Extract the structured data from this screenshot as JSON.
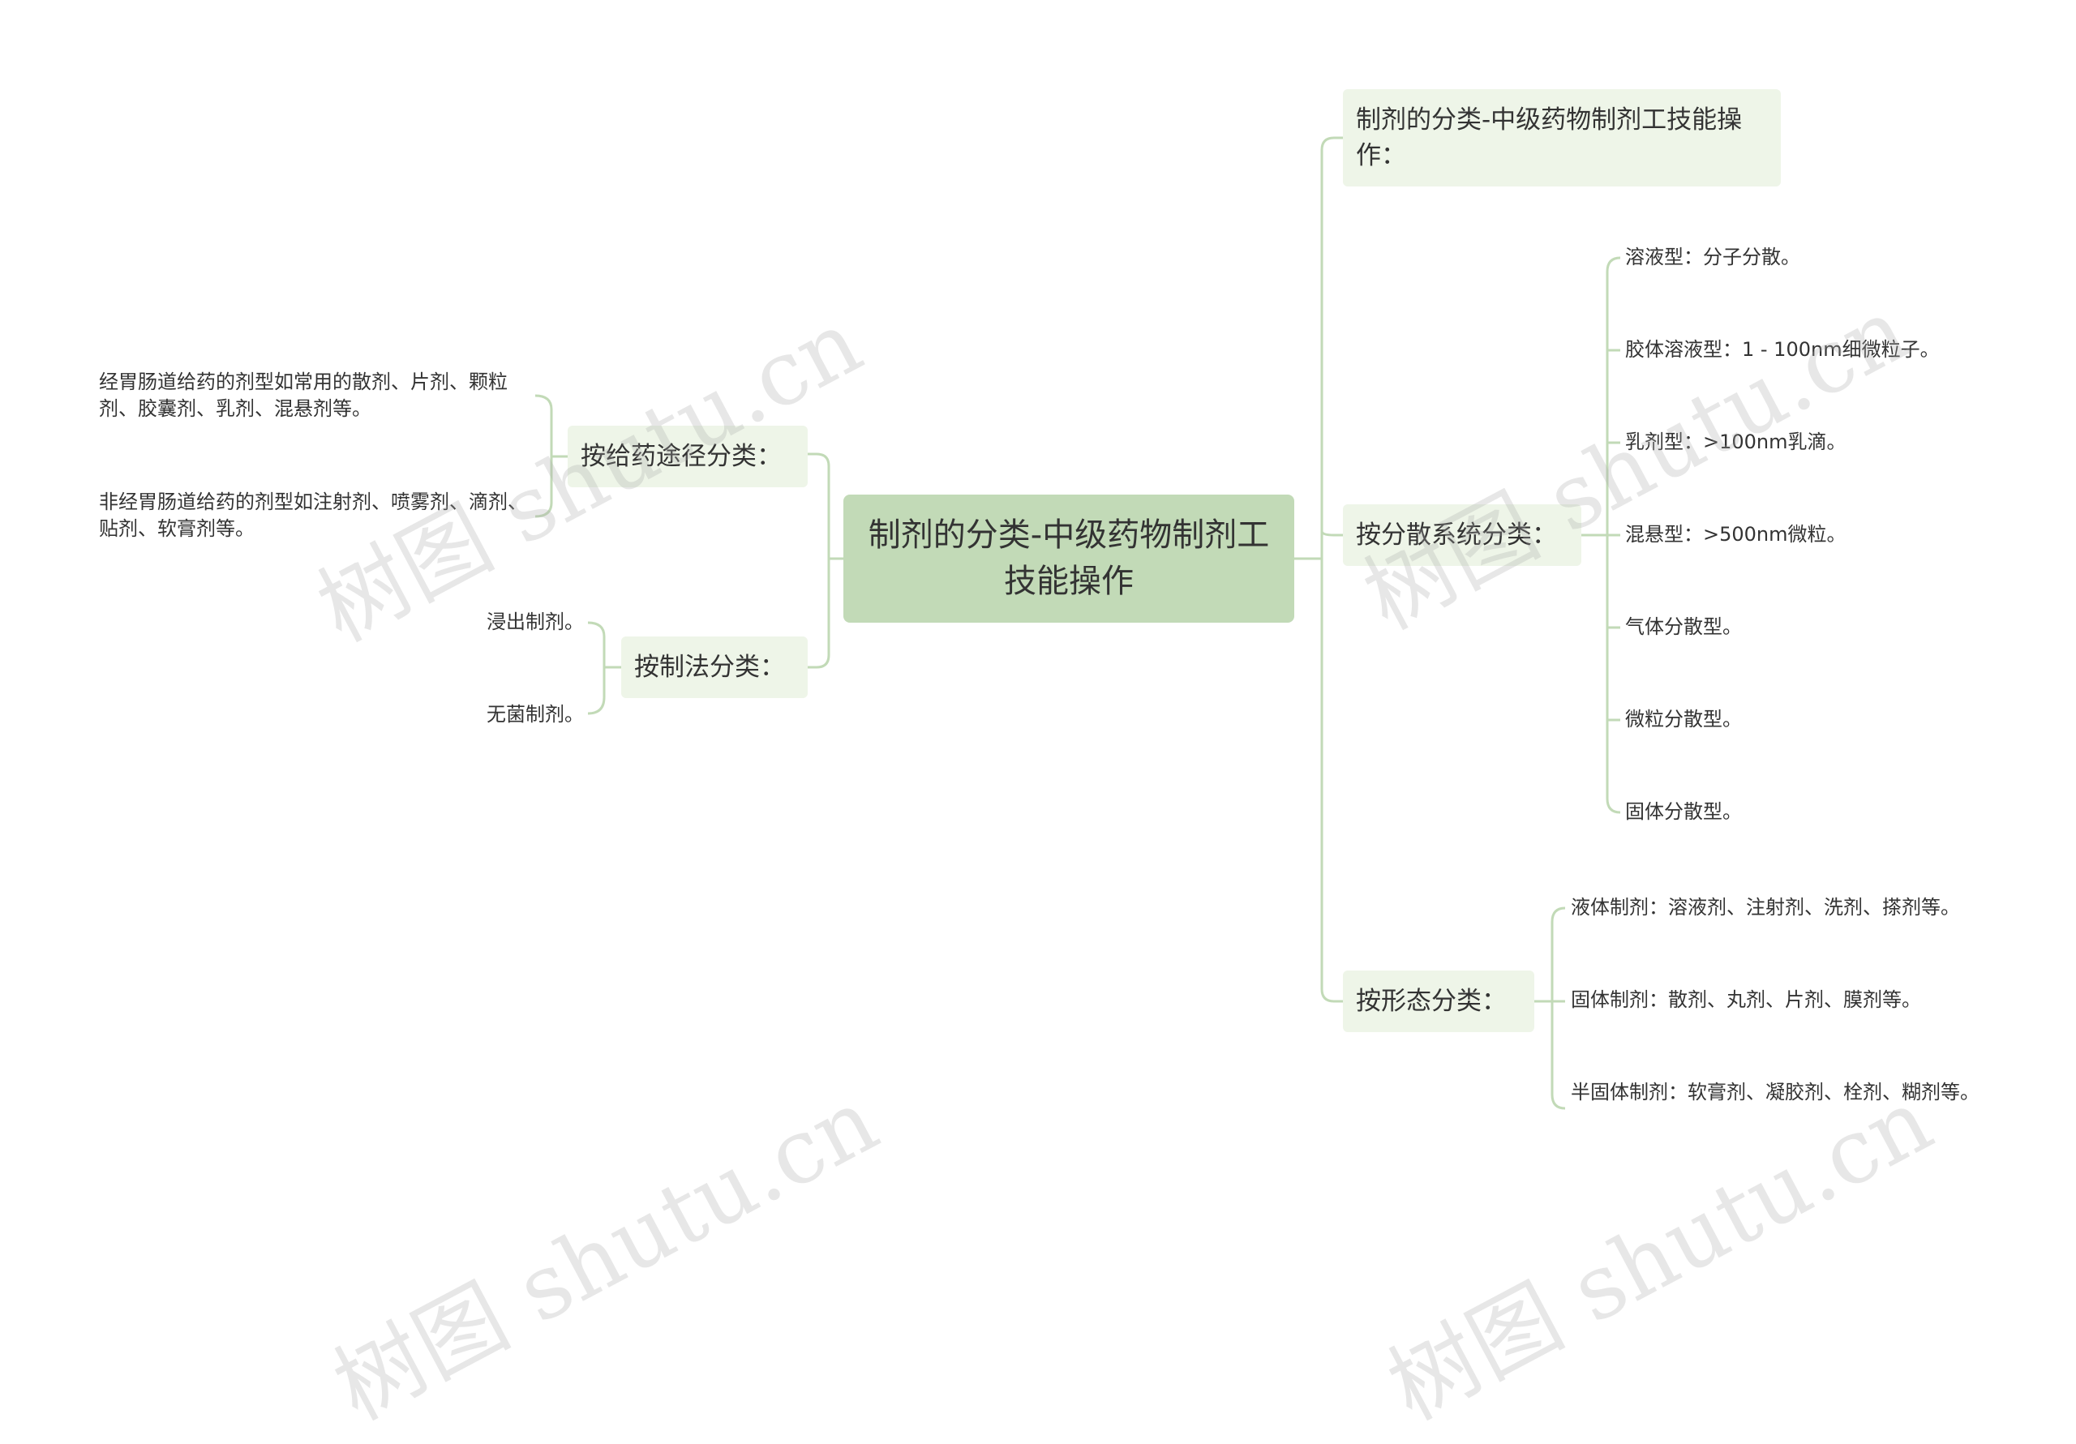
{
  "root": {
    "title": "制剂的分类-中级药物制剂工技能操作"
  },
  "left": {
    "route": {
      "label": "按给药途径分类：",
      "items": [
        "经胃肠道给药的剂型如常用的散剂、片剂、颗粒剂、胶囊剂、乳剂、混悬剂等。",
        "非经胃肠道给药的剂型如注射剂、喷雾剂、滴剂、贴剂、软膏剂等。"
      ]
    },
    "method": {
      "label": "按制法分类：",
      "items": [
        "浸出制剂。",
        "无菌制剂。"
      ]
    }
  },
  "right": {
    "top": {
      "label": "制剂的分类-中级药物制剂工技能操作："
    },
    "dispersion": {
      "label": "按分散系统分类：",
      "items": [
        "溶液型：分子分散。",
        "胶体溶液型：1 - 100nm细微粒子。",
        "乳剂型：>100nm乳滴。",
        "混悬型：>500nm微粒。",
        "气体分散型。",
        "微粒分散型。",
        "固体分散型。"
      ]
    },
    "form": {
      "label": "按形态分类：",
      "items": [
        "液体制剂：溶液剂、注射剂、洗剂、搽剂等。",
        "固体制剂：散剂、丸剂、片剂、膜剂等。",
        "半固体制剂：软膏剂、凝胶剂、栓剂、糊剂等。"
      ]
    }
  },
  "watermark": "树图 shutu.cn",
  "colors": {
    "root_bg": "#c2dab7",
    "node_bg": "#eef5e8",
    "line": "#c2dab7"
  }
}
